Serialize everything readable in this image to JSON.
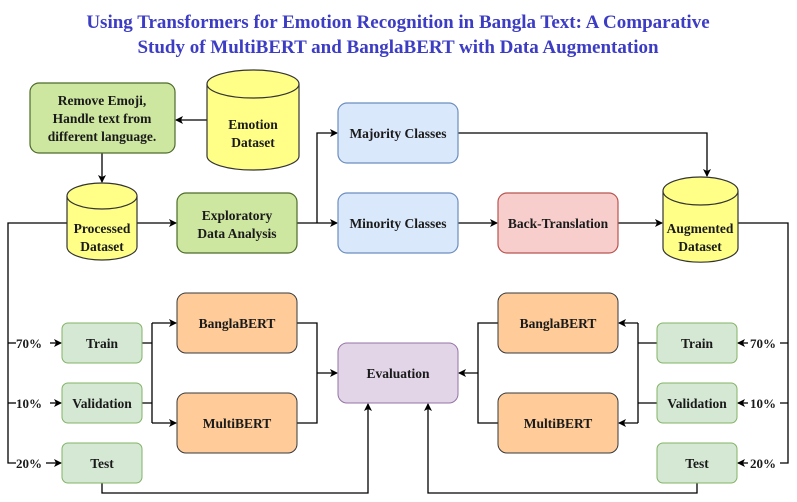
{
  "title": {
    "line1": "Using Transformers for Emotion Recognition in Bangla Text: A Comparative",
    "line2": "Study of MultiBERT and BanglaBERT with Data Augmentation"
  },
  "nodes": {
    "remove_emoji": [
      "Remove Emoji,",
      "Handle text from",
      "different language."
    ],
    "emotion_dataset": [
      "Emotion",
      "Dataset"
    ],
    "processed_dataset": [
      "Processed",
      "Dataset"
    ],
    "eda": [
      "Exploratory",
      "Data Analysis"
    ],
    "majority": "Majority Classes",
    "minority": "Minority Classes",
    "back_translation": "Back-Translation",
    "augmented_dataset": [
      "Augmented",
      "Dataset"
    ],
    "evaluation": "Evaluation",
    "left": {
      "train": "Train",
      "validation": "Validation",
      "test": "Test",
      "banglabert": "BanglaBERT",
      "multibert": "MultiBERT"
    },
    "right": {
      "train": "Train",
      "validation": "Validation",
      "test": "Test",
      "banglabert": "BanglaBERT",
      "multibert": "MultiBERT"
    }
  },
  "splits": {
    "train": "70%",
    "validation": "10%",
    "test": "20%"
  },
  "colors": {
    "title": "#3c3cc4",
    "green_process": "#cde6a0",
    "yellow_db": "#ffff88",
    "blue": "#dae8fc",
    "red": "#f8cecc",
    "split": "#d5e8d4",
    "orange": "#ffcc99",
    "purple": "#e1d5e7"
  }
}
